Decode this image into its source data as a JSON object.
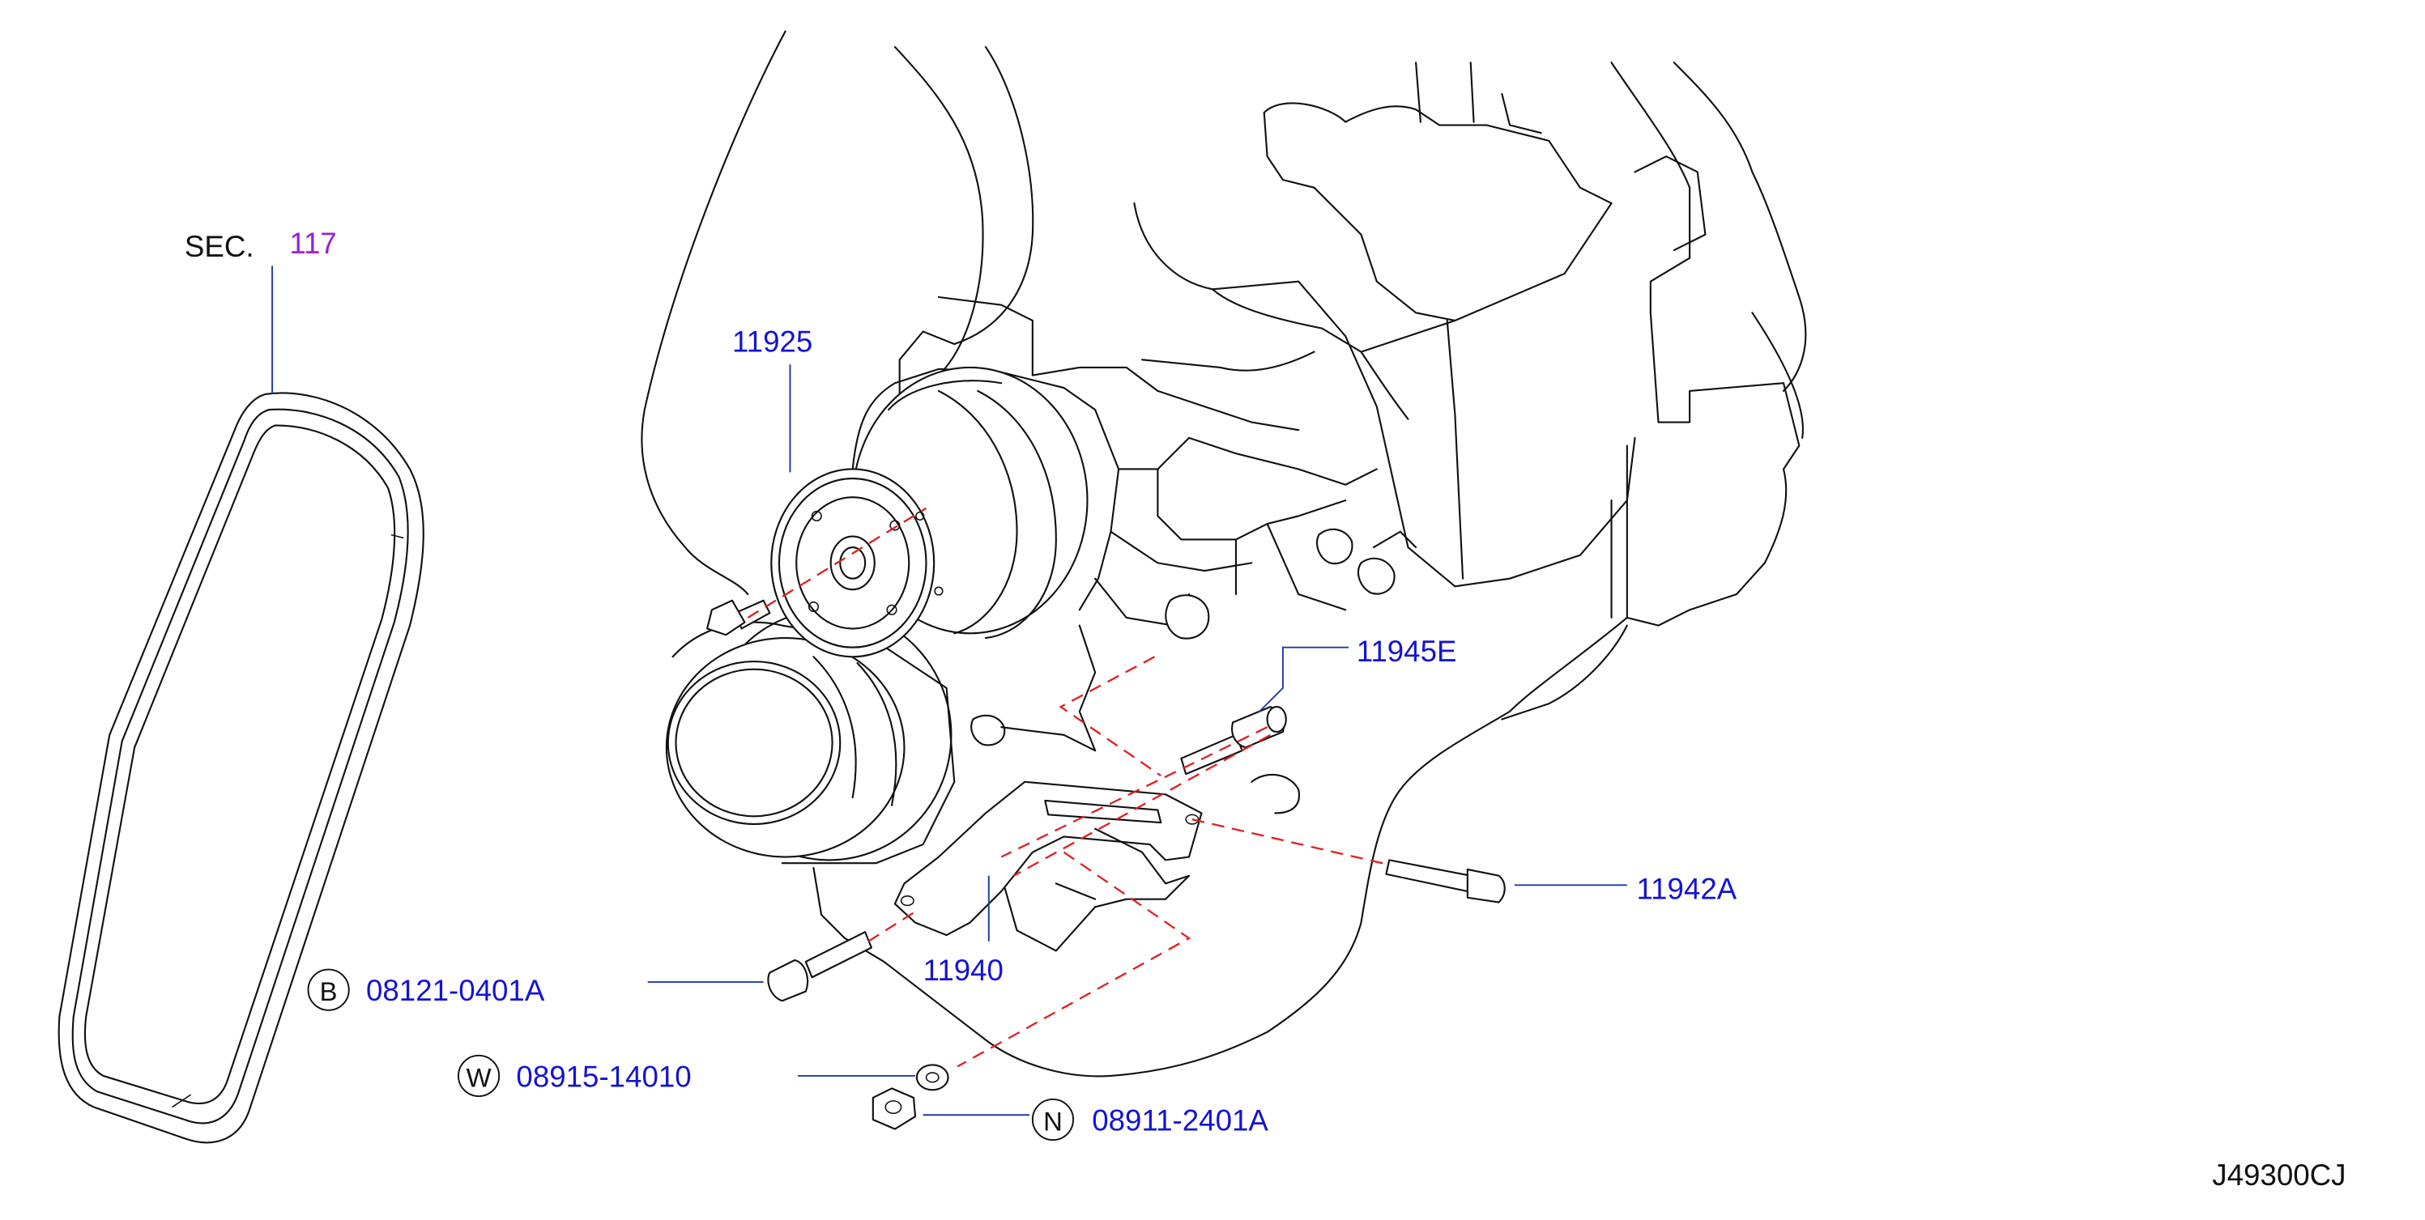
{
  "colors": {
    "part_label": "#1414d2",
    "section_ref": "#9a1fd6",
    "text": "#111111",
    "leader_line": "#1c3aa8",
    "phantom_line": "#e02020"
  },
  "section_ref": {
    "prefix": "SEC.",
    "number": "117"
  },
  "parts": {
    "crank_pulley": "11925",
    "bracket_bolt": "11945E",
    "adjust_bolt": "11942A",
    "bracket": "11940",
    "bolt": {
      "marker": "B",
      "number": "08121-0401A"
    },
    "washer": {
      "marker": "W",
      "number": "08915-14010"
    },
    "nut": {
      "marker": "N",
      "number": "08911-2401A"
    }
  },
  "diagram_code": "J49300CJ"
}
